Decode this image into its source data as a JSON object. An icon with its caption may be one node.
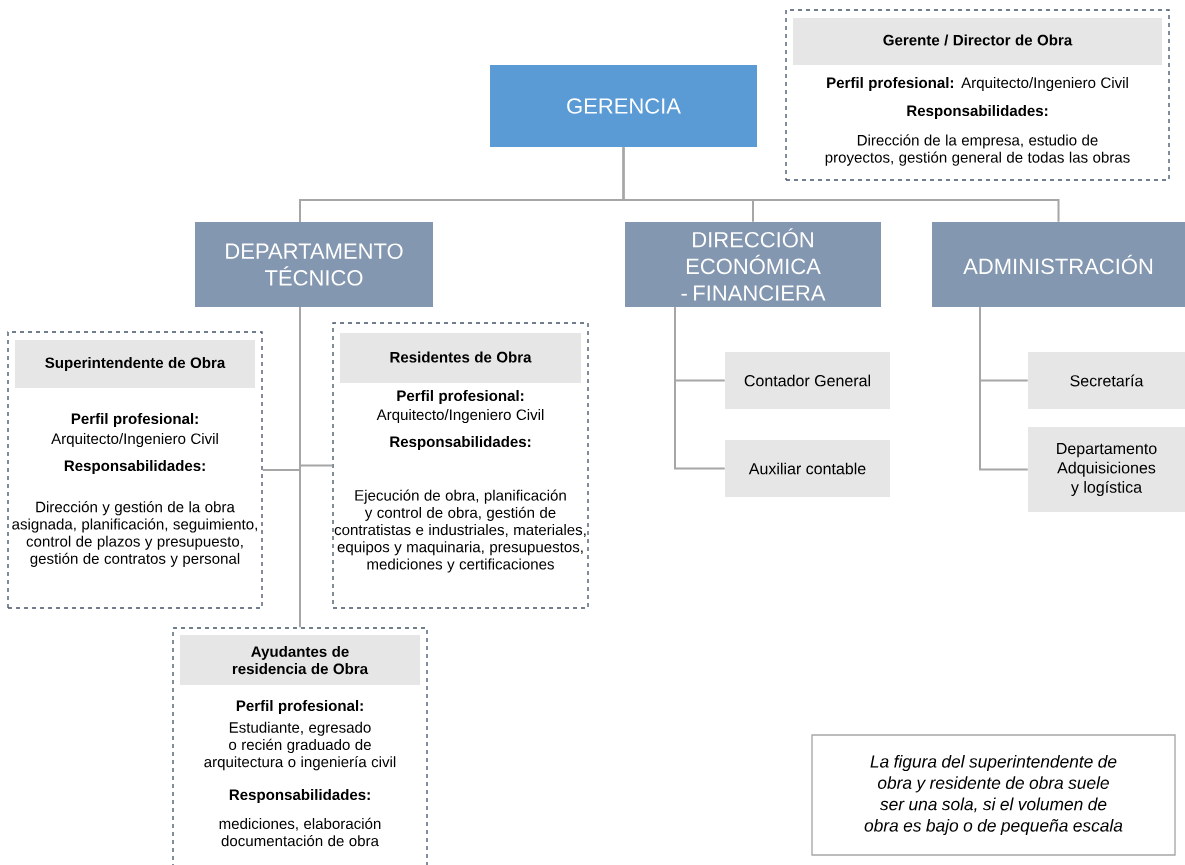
{
  "diagram": {
    "nodes": [
      {
        "text": [
          "GERENCIA"
        ]
      },
      {
        "text": [
          "DEPARTAMENTO TÉCNICO"
        ]
      },
      {
        "text": [
          "DIRECCIÓN ECONÓMICA - FINANCIERA"
        ]
      },
      {
        "text": [
          "ADMINISTRACIÓN"
        ]
      },
      {
        "text": [
          "Gerente / Director de Obra",
          "**Perfil profesional:** Arquitecto/Ingeniero Civil",
          "Responsabilidades:",
          "Dirección de la empresa, estudio de proyectos, gestión general de todas las obras"
        ]
      },
      {
        "text": [
          "Superintendente de Obra",
          "Perfil profesional:",
          "Arquitecto/Ingeniero Civil",
          "Responsabilidades:",
          "Dirección y gestión de la obra asignada, planificación, seguimiento, control de plazos  y presupuesto, gestión de contratos y personal"
        ]
      },
      {
        "text": [
          "Residentes de Obra",
          "Perfil profesional:",
          "Arquitecto/Ingeniero Civil",
          "Responsabilidades:",
          "Ejecución de obra, planificación y control de obra, gestión de contratistas e industriales, materiales, equipos y maquinaria, presupuestos, mediciones y certificaciones"
        ]
      },
      {
        "text": [
          "Ayudantes de residencia de Obra",
          "Perfil profesional:",
          "Estudiante, egresado o recién graduado de arquitectura o ingeniería civil",
          "Responsabilidades:",
          "mediciones, elaboración documentación de obra"
        ]
      },
      {
        "text": [
          "Contador General"
        ]
      },
      {
        "text": [
          "Auxiliar contable"
        ]
      },
      {
        "text": [
          "Secretaría"
        ]
      },
      {
        "text": [
          "Departamento Adquisiciones y logística"
        ]
      },
      {
        "text": [
          "La figura del superintendente de obra y residente de obra suele ser una sola, si el volumen de obra es bajo o de pequeña escala"
        ]
      }
    ],
    "edges": [
      {
        "from": 0,
        "to": 1,
        "arrow": "none"
      },
      {
        "from": 0,
        "to": 2,
        "arrow": "none"
      },
      {
        "from": 0,
        "to": 3,
        "arrow": "none"
      },
      {
        "from": 1,
        "to": 5,
        "arrow": "none"
      },
      {
        "from": 1,
        "to": 6,
        "arrow": "none"
      },
      {
        "from": 1,
        "to": 7,
        "arrow": "none"
      },
      {
        "from": 2,
        "to": 8,
        "arrow": "none"
      },
      {
        "from": 2,
        "to": 9,
        "arrow": "none"
      },
      {
        "from": 3,
        "to": 10,
        "arrow": "none"
      },
      {
        "from": 3,
        "to": 11,
        "arrow": "none"
      }
    ]
  }
}
